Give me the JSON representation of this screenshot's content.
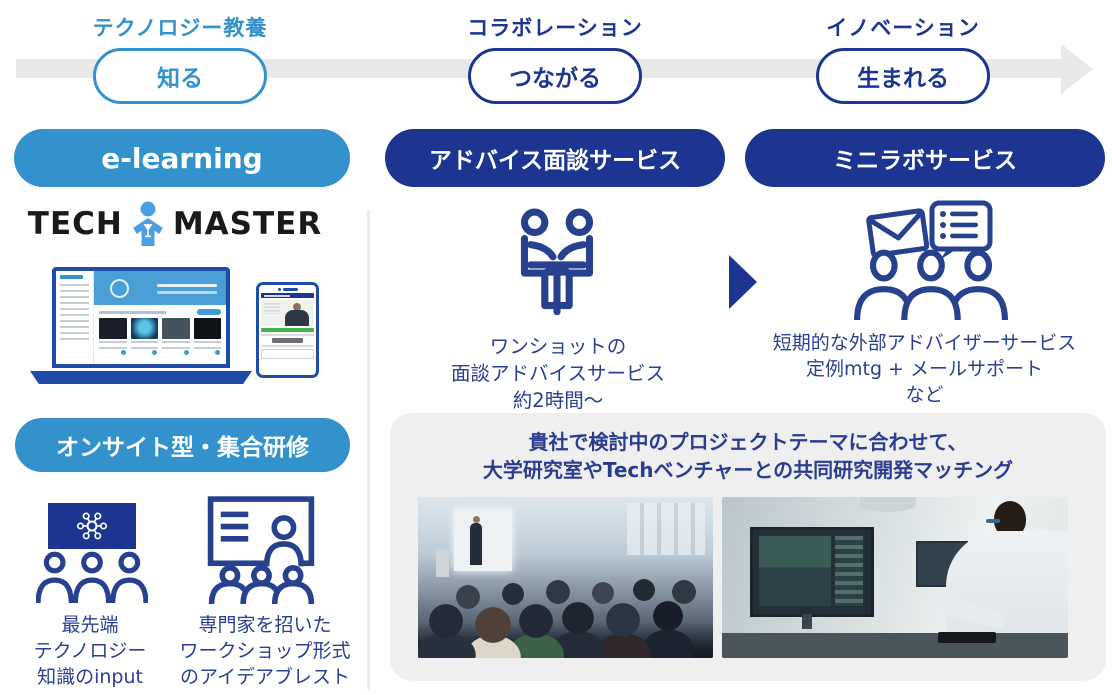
{
  "colors": {
    "accent_blue": "#3392cc",
    "deep_navy": "#1c3590",
    "icon_navy": "#27418f",
    "text_navy": "#2b3f92",
    "timeline_gray": "#e9e9e9",
    "panel_gray": "#f0eff0",
    "device_blue": "#1d4da9",
    "progress_green": "#3db54a"
  },
  "timeline": {
    "stages": [
      {
        "category": "テクノロジー教養",
        "pill": "知る"
      },
      {
        "category": "コラボレーション",
        "pill": "つながる"
      },
      {
        "category": "イノベーション",
        "pill": "生まれる"
      }
    ]
  },
  "elearning": {
    "header": "e-learning",
    "logo_left": "TECH",
    "logo_right": "MASTER"
  },
  "onsite": {
    "header": "オンサイト型・集合研修",
    "item1_lines": [
      "最先端",
      "テクノロジー",
      "知識のinput"
    ],
    "item2_lines": [
      "専門家を招いた",
      "ワークショップ形式",
      "のアイデアブレスト"
    ]
  },
  "advice": {
    "header": "アドバイス面談サービス",
    "caption_lines": [
      "ワンショットの",
      "面談アドバイスサービス",
      "約2時間〜"
    ]
  },
  "minilab": {
    "header": "ミニラボサービス",
    "caption_lines": [
      "短期的な外部アドバイザーサービス",
      "定例mtg + メールサポート",
      "など"
    ]
  },
  "matching": {
    "lines": [
      "貴社で検討中のプロジェクトテーマに合わせて、",
      "大学研究室やTechベンチャーとの共同研究開発マッチング"
    ]
  }
}
